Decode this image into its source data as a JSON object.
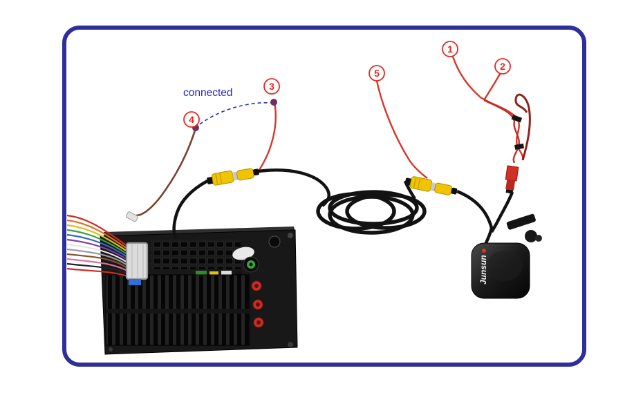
{
  "frame": {
    "border_color": "#2f2f9a",
    "background": "#ffffff"
  },
  "annotations": {
    "connected_label": "connected",
    "callouts": [
      {
        "num": "1"
      },
      {
        "num": "2"
      },
      {
        "num": "3"
      },
      {
        "num": "4"
      },
      {
        "num": "5"
      }
    ]
  },
  "camera": {
    "brand": "Junsun"
  },
  "colors": {
    "callout_red": "#e8241f",
    "signal_wire_red": "#d8352a",
    "trigger_wire_brown": "#7c4032",
    "rca_yellow": "#f0c400",
    "cable_black": "#121212",
    "annotation_blue": "#2a2ad0"
  }
}
